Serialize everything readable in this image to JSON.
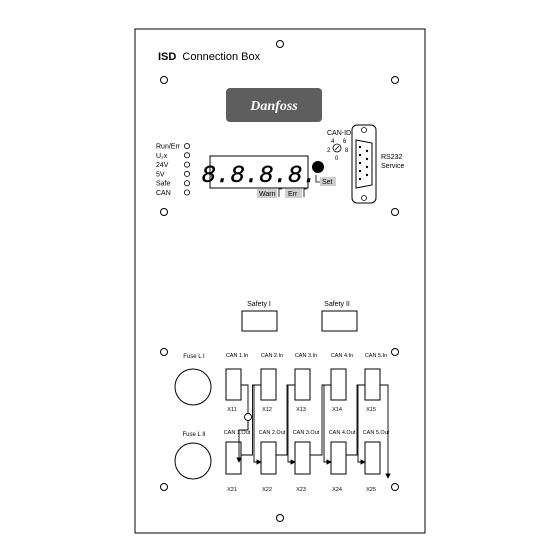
{
  "panel": {
    "title_bold": "ISD",
    "title_rest": "Connection Box"
  },
  "logo": {
    "text": "Danfoss",
    "bg_color": "#5e5e5e"
  },
  "leds": [
    "Run/Err",
    "U₂x",
    "24V",
    "5V",
    "Safe",
    "CAN"
  ],
  "display": {
    "digits": "8.8.8.8.",
    "warn_label": "Warn",
    "err_label": "Err",
    "set_label": "Set"
  },
  "can_id": {
    "label": "CAN-ID",
    "numbers": [
      "4",
      "6",
      "2",
      "8",
      "0"
    ]
  },
  "rs232": {
    "line1": "RS232",
    "line2": "Service"
  },
  "safety": [
    "Safety I",
    "Safety II"
  ],
  "fuses": [
    "Fuse L I",
    "Fuse L II"
  ],
  "can_in": [
    "CAN 1.In",
    "CAN 2.In",
    "CAN 3.In",
    "CAN 4.In",
    "CAN 5.In"
  ],
  "can_out": [
    "CAN 1.Out",
    "CAN 2.Out",
    "CAN 3.Out",
    "CAN 4.Out",
    "CAN 5.Out"
  ],
  "x_top": [
    "X11",
    "X12",
    "X13",
    "X14",
    "X15"
  ],
  "x_bottom": [
    "X21",
    "X22",
    "X23",
    "X24",
    "X25"
  ]
}
